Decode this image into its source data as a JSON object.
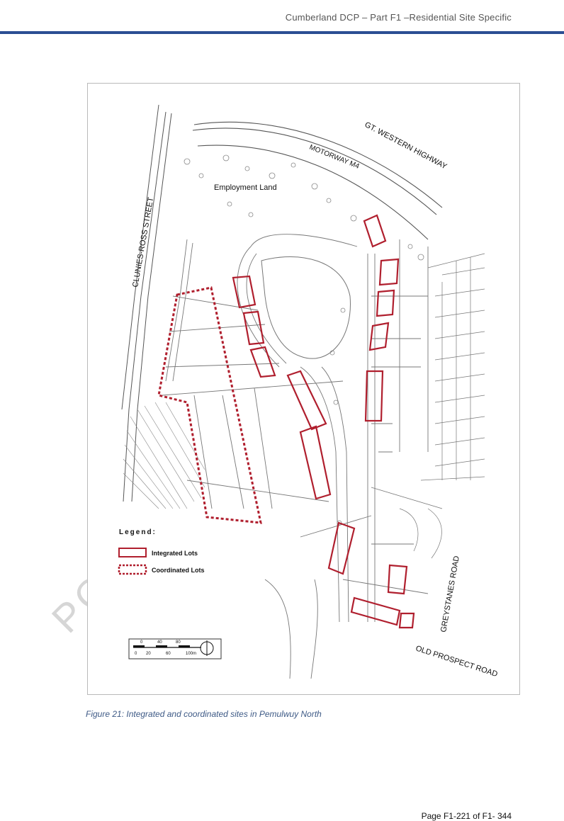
{
  "header": {
    "title": "Cumberland DCP – Part F1 –Residential Site Specific"
  },
  "figure": {
    "caption": "Figure 21: Integrated and coordinated sites in Pemulwuy North",
    "labels": {
      "gt_western_highway": "GT. WESTERN HIGHWAY",
      "motorway_m4": "MOTORWAY M4",
      "employment_land": "Employment Land",
      "clunies_ross_street": "CLUNIES-ROSS STREET",
      "greystanes_road": "GREYSTANES ROAD",
      "old_prospect_road": "OLD PROSPECT ROAD"
    },
    "legend": {
      "title": "Legend:",
      "items": [
        {
          "label": "Integrated Lots",
          "style": "solid",
          "color": "#b01f2e"
        },
        {
          "label": "Coordinated Lots",
          "style": "dashed",
          "color": "#b01f2e"
        }
      ]
    },
    "scale_bar": {
      "top_ticks": [
        "0",
        "40",
        "80"
      ],
      "bottom_ticks": [
        "0",
        "20",
        "60",
        "100m"
      ]
    }
  },
  "watermark": "PO",
  "footer": {
    "page": "Page F1-221 of F1- 344"
  }
}
